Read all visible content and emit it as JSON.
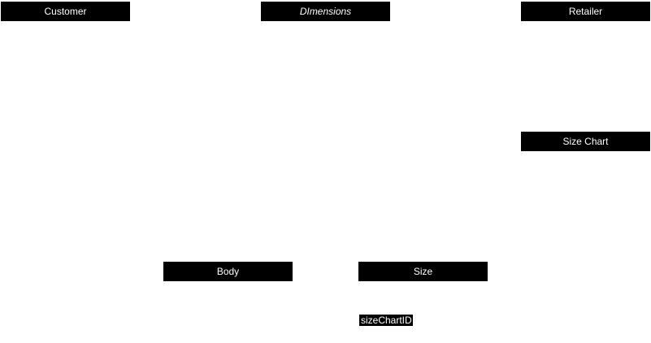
{
  "entities": {
    "customer": "Customer",
    "dimensions": "DImensions",
    "retailer": "Retailer",
    "size_chart": "Size Chart",
    "body": "Body",
    "size": "Size"
  },
  "attributes": {
    "size_chart_id": "sizeChartID"
  },
  "colors": {
    "entity_fill": "#000000",
    "entity_text": "#ffffff",
    "background": "#ffffff"
  }
}
